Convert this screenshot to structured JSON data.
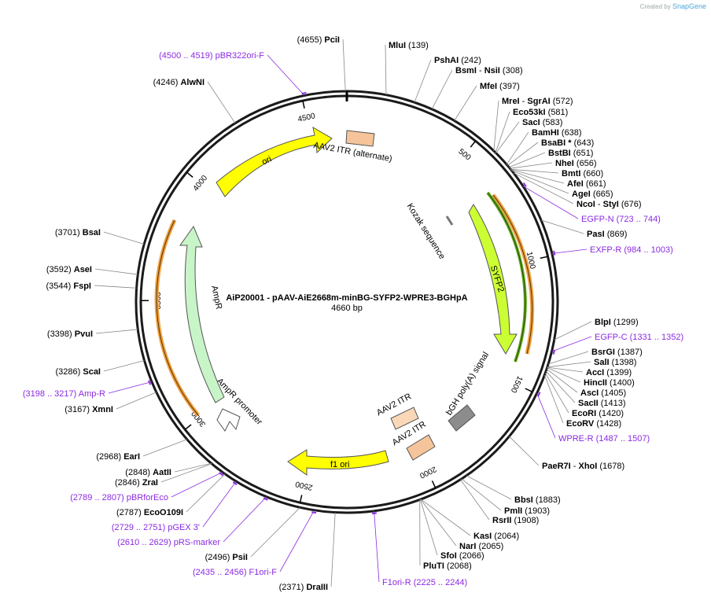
{
  "credit": {
    "prefix": "Created by",
    "brand": "SnapGene"
  },
  "plasmid": {
    "name": "AiP20001 - pAAV-AiE2668m-minBG-SYFP2-WPRE3-BGHpA",
    "length_label": "4660 bp",
    "length": 4660
  },
  "ticks": [
    {
      "pos": 500,
      "label": "500"
    },
    {
      "pos": 1000,
      "label": "1000"
    },
    {
      "pos": 1500,
      "label": "1500"
    },
    {
      "pos": 2000,
      "label": "2000"
    },
    {
      "pos": 2500,
      "label": "2500"
    },
    {
      "pos": 3000,
      "label": "3000"
    },
    {
      "pos": 3500,
      "label": "3500"
    },
    {
      "pos": 4000,
      "label": "4000"
    },
    {
      "pos": 4500,
      "label": "4500"
    }
  ],
  "sites_right": [
    {
      "name": "PciI",
      "pos": "4655",
      "num": 4655,
      "side": "top"
    },
    {
      "name": "MluI",
      "pos": "139",
      "num": 139
    },
    {
      "name": "PshAI",
      "pos": "242",
      "num": 242
    },
    {
      "name": "BsmI",
      "name2": "NsiI",
      "pos": "308",
      "num": 308
    },
    {
      "name": "MfeI",
      "pos": "397",
      "num": 397
    },
    {
      "name": "MreI",
      "name2": "SgrAI",
      "pos": "572",
      "num": 572
    },
    {
      "name": "Eco53kI",
      "pos": "581",
      "num": 581
    },
    {
      "name": "SacI",
      "pos": "583",
      "num": 583
    },
    {
      "name": "BamHI",
      "pos": "638",
      "num": 638
    },
    {
      "name": "BsaBI *",
      "pos": "643",
      "num": 643
    },
    {
      "name": "BstBI",
      "pos": "651",
      "num": 651
    },
    {
      "name": "NheI",
      "pos": "656",
      "num": 656
    },
    {
      "name": "BmtI",
      "pos": "660",
      "num": 660
    },
    {
      "name": "AfeI",
      "pos": "661",
      "num": 661
    },
    {
      "name": "AgeI",
      "pos": "665",
      "num": 665
    },
    {
      "name": "NcoI",
      "name2": "StyI",
      "pos": "676",
      "num": 676
    },
    {
      "name": "PasI",
      "pos": "869",
      "num": 869
    },
    {
      "name": "BlpI",
      "pos": "1299",
      "num": 1299
    },
    {
      "name": "BsrGI",
      "pos": "1387",
      "num": 1387
    },
    {
      "name": "SalI",
      "pos": "1398",
      "num": 1398
    },
    {
      "name": "AccI",
      "pos": "1399",
      "num": 1399
    },
    {
      "name": "HincII",
      "pos": "1400",
      "num": 1400
    },
    {
      "name": "AscI",
      "pos": "1405",
      "num": 1405
    },
    {
      "name": "SacII",
      "pos": "1413",
      "num": 1413
    },
    {
      "name": "EcoRI",
      "pos": "1420",
      "num": 1420
    },
    {
      "name": "EcoRV",
      "pos": "1428",
      "num": 1428
    },
    {
      "name": "PaeR7I",
      "name2": "XhoI",
      "pos": "1678",
      "num": 1678
    },
    {
      "name": "BbsI",
      "pos": "1883",
      "num": 1883
    },
    {
      "name": "PmlI",
      "pos": "1903",
      "num": 1903
    },
    {
      "name": "RsrII",
      "pos": "1908",
      "num": 1908
    },
    {
      "name": "KasI",
      "pos": "2064",
      "num": 2064
    },
    {
      "name": "NarI",
      "pos": "2065",
      "num": 2065
    },
    {
      "name": "SfoI",
      "pos": "2066",
      "num": 2066
    },
    {
      "name": "PluTI",
      "pos": "2068",
      "num": 2068
    }
  ],
  "sites_left": [
    {
      "name": "DraIII",
      "pos": "2371",
      "num": 2371
    },
    {
      "name": "PsiI",
      "pos": "2496",
      "num": 2496
    },
    {
      "name": "EcoO109I",
      "pos": "2787",
      "num": 2787
    },
    {
      "name": "ZraI",
      "pos": "2846",
      "num": 2846
    },
    {
      "name": "AatII",
      "pos": "2848",
      "num": 2848
    },
    {
      "name": "EarI",
      "pos": "2968",
      "num": 2968
    },
    {
      "name": "XmnI",
      "pos": "3167",
      "num": 3167
    },
    {
      "name": "ScaI",
      "pos": "3286",
      "num": 3286
    },
    {
      "name": "PvuI",
      "pos": "3398",
      "num": 3398
    },
    {
      "name": "FspI",
      "pos": "3544",
      "num": 3544
    },
    {
      "name": "AseI",
      "pos": "3592",
      "num": 3592
    },
    {
      "name": "BsaI",
      "pos": "3701",
      "num": 3701
    },
    {
      "name": "AlwNI",
      "pos": "4246",
      "num": 4246
    }
  ],
  "primers": [
    {
      "name": "pBR322ori-F",
      "range": "(4500 .. 4519)",
      "num": 4510,
      "side": "left"
    },
    {
      "name": "EGFP-N",
      "range": "(723 .. 744)",
      "num": 733
    },
    {
      "name": "EXFP-R",
      "range": "(984 .. 1003)",
      "num": 993
    },
    {
      "name": "EGFP-C",
      "range": "(1331 .. 1352)",
      "num": 1341
    },
    {
      "name": "WPRE-R",
      "range": "(1487 .. 1507)",
      "num": 1497
    },
    {
      "name": "F1ori-R",
      "range": "(2225 .. 2244)",
      "num": 2234
    },
    {
      "name": "F1ori-F",
      "range": "(2435 .. 2456)",
      "num": 2445
    },
    {
      "name": "pRS-marker",
      "range": "(2610 .. 2629)",
      "num": 2620
    },
    {
      "name": "pGEX 3'",
      "range": "(2729 .. 2751)",
      "num": 2740
    },
    {
      "name": "pBRforEco",
      "range": "(2789 .. 2807)",
      "num": 2798
    },
    {
      "name": "Amp-R",
      "range": "(3198 .. 3217)",
      "num": 3207
    }
  ],
  "features": [
    {
      "label": "ori",
      "color": "#ffff00"
    },
    {
      "label": "AAV2 ITR (alternate)",
      "color": "#f5c49a"
    },
    {
      "label": "Kozak sequence",
      "color": "#999999"
    },
    {
      "label": "SYFP2",
      "color": "#ccff33"
    },
    {
      "label": "bGH poly(A) signal",
      "color": "#8c8c8c"
    },
    {
      "label": "AAV2 ITR",
      "color": "#f9d8b8"
    },
    {
      "label": "AAV2 ITR",
      "color": "#f5c49a"
    },
    {
      "label": "f1 ori",
      "color": "#ffff00"
    },
    {
      "label": "AmpR promoter",
      "color": "#ffffff"
    },
    {
      "label": "AmpR",
      "color": "#c8f5c8"
    }
  ],
  "colors": {
    "backbone": "#1a1a1a",
    "primer": "#8a2be2",
    "orf": "#f0a040",
    "syfp_orf": "#66aa22"
  }
}
